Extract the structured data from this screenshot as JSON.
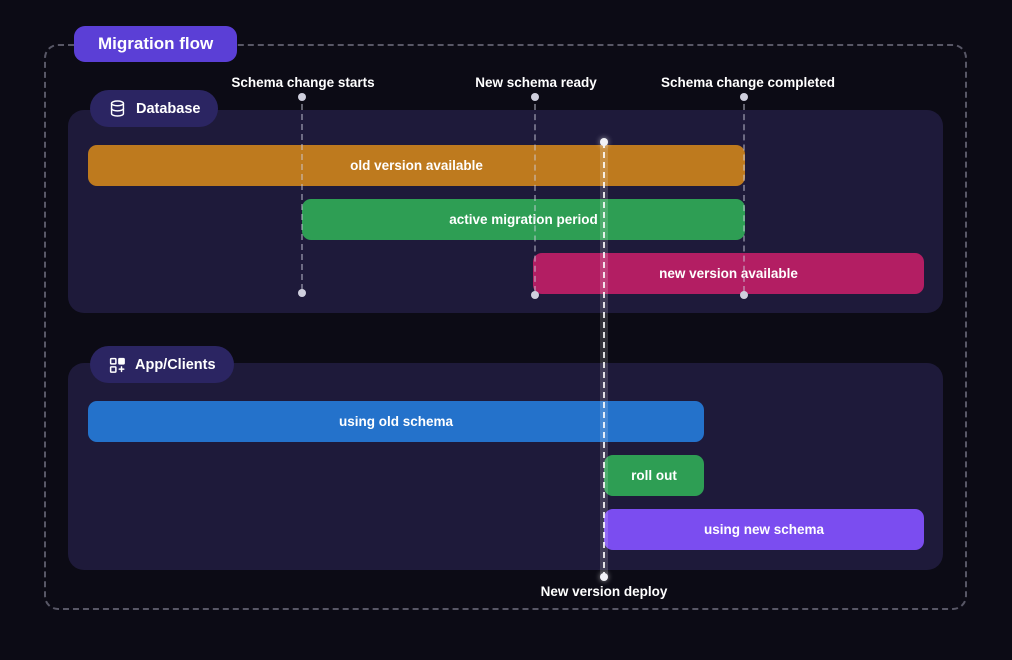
{
  "page": {
    "title_badge": "Migration flow"
  },
  "colors": {
    "background": "#0c0b15",
    "panel": "#1e1a3a",
    "title_badge": "#5b3fd6",
    "section_pill": "#2b2562",
    "bar_orange": "#be7a1e",
    "bar_green": "#2e9e54",
    "bar_magenta": "#b31e63",
    "bar_blue": "#2472cb",
    "bar_purple": "#7b4df0",
    "milestone_dot": "#cfcfdd"
  },
  "milestones": {
    "top": [
      {
        "label": "Schema change starts"
      },
      {
        "label": "New schema ready"
      },
      {
        "label": "Schema change completed"
      }
    ],
    "bottom": [
      {
        "label": "New version deploy"
      }
    ]
  },
  "sections": [
    {
      "label": "Database",
      "icon": "database-icon",
      "bars": [
        {
          "label": "old version available",
          "color": "#be7a1e"
        },
        {
          "label": "active migration period",
          "color": "#2e9e54"
        },
        {
          "label": "new version available",
          "color": "#b31e63"
        }
      ]
    },
    {
      "label": "App/Clients",
      "icon": "apps-icon",
      "bars": [
        {
          "label": "using old schema",
          "color": "#2472cb"
        },
        {
          "label": "roll out",
          "color": "#2e9e54"
        },
        {
          "label": "using new schema",
          "color": "#7b4df0"
        }
      ]
    }
  ]
}
